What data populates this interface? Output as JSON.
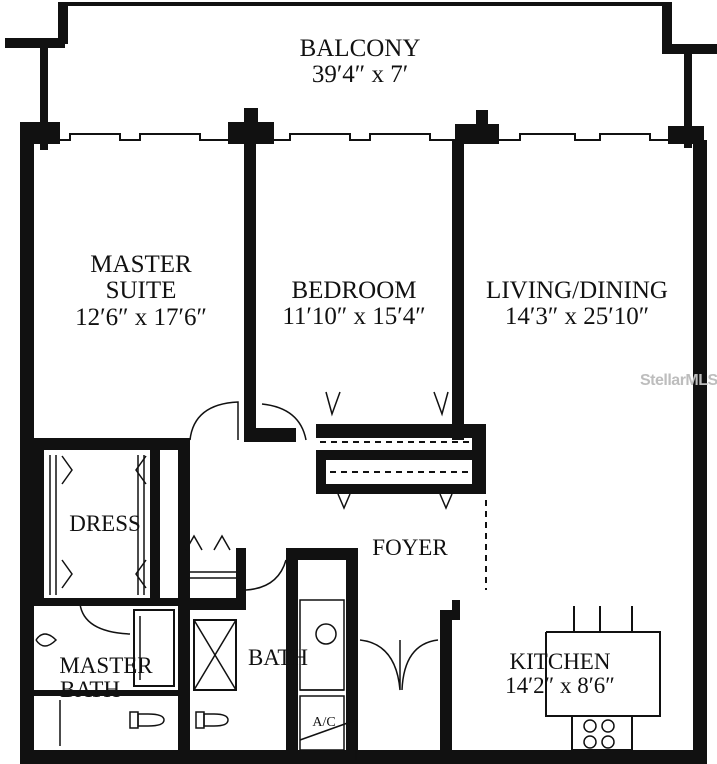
{
  "rooms": {
    "balcony": {
      "name": "BALCONY",
      "size": "39′4″ x 7′"
    },
    "master_suite": {
      "name_line1": "MASTER",
      "name_line2": "SUITE",
      "size": "12′6″ x 17′6″"
    },
    "bedroom": {
      "name": "BEDROOM",
      "size": "11′10″ x 15′4″"
    },
    "living_dining": {
      "name": "LIVING/DINING",
      "size": "14′3″ x 25′10″"
    },
    "dress": {
      "name": "DRESS"
    },
    "foyer": {
      "name": "FOYER"
    },
    "bath": {
      "name": "BATH"
    },
    "master_bath": {
      "name_line1": "MASTER",
      "name_line2": "BATH"
    },
    "kitchen": {
      "name": "KITCHEN",
      "size": "14′2″ x 8′6″"
    },
    "ac": {
      "name": "A/C"
    }
  },
  "watermark": "StellarMLS"
}
